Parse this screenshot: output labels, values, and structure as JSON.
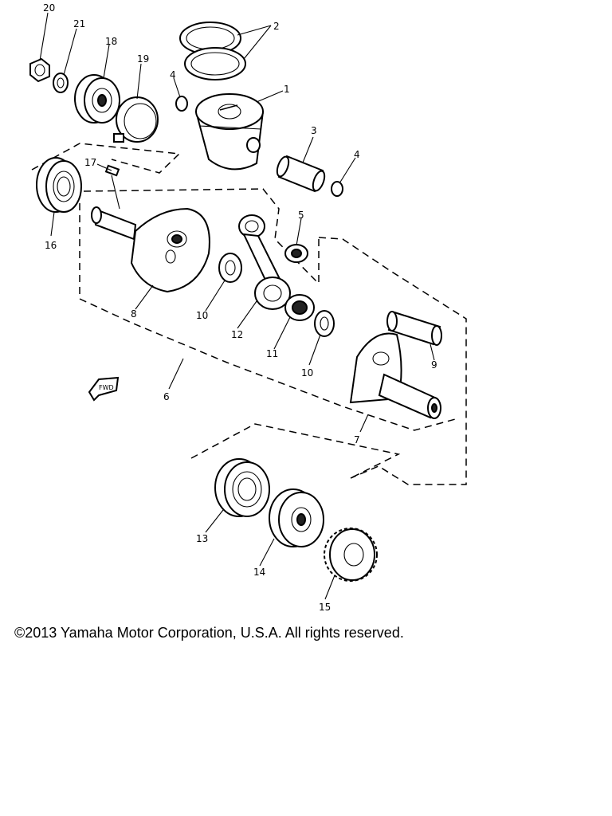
{
  "diagram": {
    "callouts": [
      "1",
      "2",
      "3",
      "4",
      "4",
      "5",
      "6",
      "7",
      "8",
      "9",
      "10",
      "10",
      "11",
      "12",
      "13",
      "14",
      "15",
      "16",
      "17",
      "18",
      "19",
      "20",
      "21"
    ],
    "front_marker": "FWD"
  },
  "footer": {
    "copyright": "©2013 Yamaha Motor Corporation, U.S.A. All rights reserved."
  }
}
